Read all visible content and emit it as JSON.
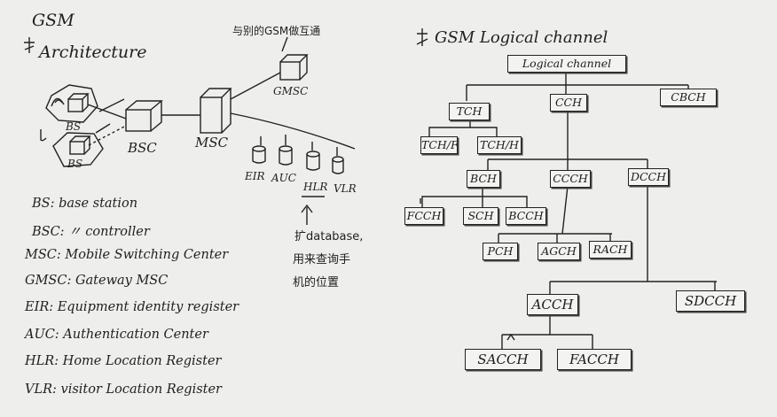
{
  "architecture": {
    "title_line1": "GSM",
    "title_line2": "Architecture",
    "bs_label_1": "BS",
    "bs_label_2": "BS",
    "bsc_label": "BSC",
    "msc_label": "MSC",
    "gmsc_label": "GMSC",
    "gmsc_note": "与别的GSM做互通",
    "eir_label": "EIR",
    "auc_label": "AUC",
    "hlr_label": "HLR",
    "vlr_label": "VLR",
    "db_note_line1": "扩database,",
    "db_note_line2": "用来查询手",
    "db_note_line3": "机的位置"
  },
  "legend": [
    "BS: base station",
    "BSC: 〃 controller",
    "MSC: Mobile Switching Center",
    "GMSC: Gateway MSC",
    "EIR: Equipment identity register",
    "AUC: Authentication Center",
    "HLR: Home Location Register",
    "VLR: visitor Location Register"
  ],
  "logical": {
    "title": "GSM Logical channel",
    "root": "Logical channel",
    "tch": "TCH",
    "cch": "CCH",
    "cbch": "CBCH",
    "tch_f": "TCH/F",
    "tch_h": "TCH/H",
    "bch": "BCH",
    "ccch": "CCCH",
    "dcch": "DCCH",
    "fcch": "FCCH",
    "sch": "SCH",
    "bcch": "BCCH",
    "pch": "PCH",
    "agch": "AGCH",
    "rach": "RACH",
    "acch": "ACCH",
    "sdcch": "SDCCH",
    "sacch": "SACCH",
    "facch": "FACCH"
  }
}
